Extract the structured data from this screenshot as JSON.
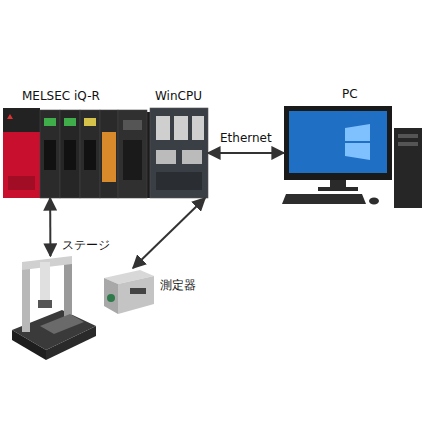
{
  "diagram": {
    "nodes": [
      {
        "text": [
          "MELSEC iQ-R"
        ]
      },
      {
        "text": [
          "WinCPU"
        ],
        "in": 0
      },
      {
        "text": [
          "PC"
        ]
      },
      {
        "text": [
          "ステージ"
        ]
      },
      {
        "text": [
          "測定器"
        ]
      }
    ],
    "edges": [
      {
        "from": 0,
        "to": 3,
        "arrow": "both"
      },
      {
        "from": 1,
        "to": 2,
        "label": "Ethernet",
        "arrow": "both"
      },
      {
        "from": 1,
        "to": 4,
        "arrow": "both"
      }
    ]
  }
}
